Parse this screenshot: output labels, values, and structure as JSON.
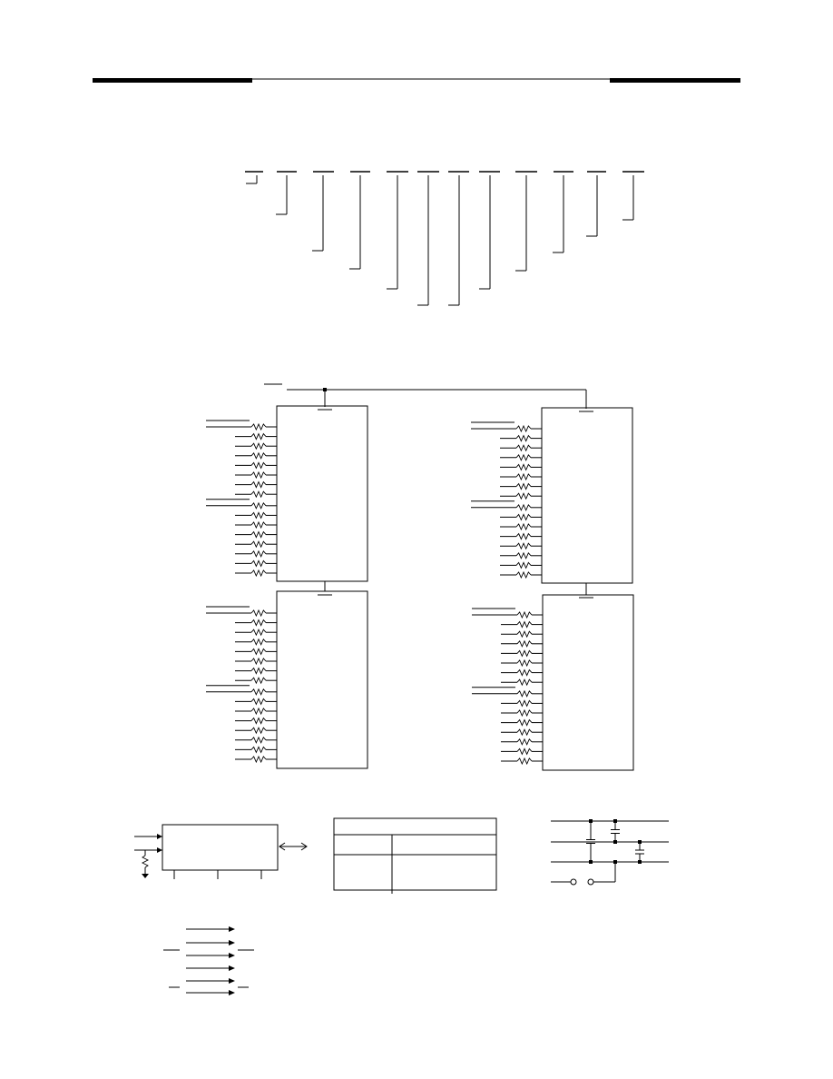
{
  "page": {
    "background": "#ffffff",
    "ink": "#000000"
  },
  "header_bar": {
    "thick_segments": 2,
    "thin_rule": true
  },
  "part_number_breakdown": {
    "field_count": 12,
    "callouts": 12,
    "labels_visible": false
  },
  "schematic": {
    "module_blocks": 4,
    "resistor_lines_per_block": 16,
    "labels_visible": false
  },
  "small_figures": {
    "block_with_io": {
      "inputs": 2,
      "bottom_pins": 3,
      "bidirectional_port": true
    },
    "table": {
      "header_rows": 1,
      "columns": 2,
      "body_rows": 2
    },
    "decoupling_network": {
      "rails": 3,
      "capacitors": 3
    },
    "arrow_legend": {
      "arrows": 6
    }
  }
}
